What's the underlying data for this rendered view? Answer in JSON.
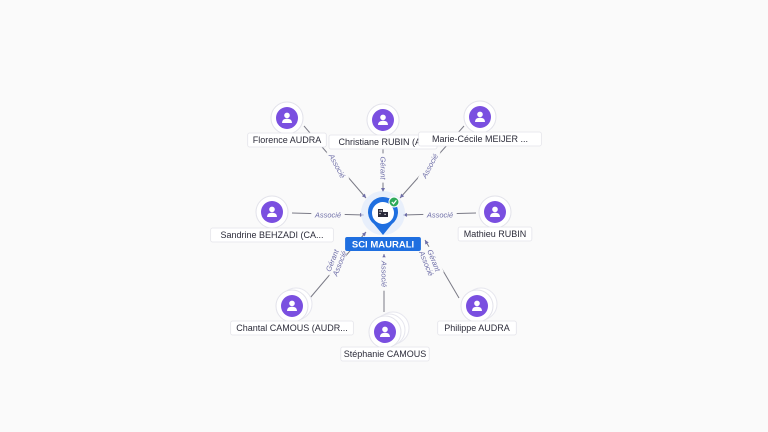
{
  "center": {
    "name": "SCI MAURALI",
    "icon": "building-icon",
    "badge": "check-icon",
    "color": "#1f6fe0",
    "badge_color": "#2eaa5a"
  },
  "person_color": "#7a4fe0",
  "people": [
    {
      "name": "Florence AUDRA",
      "relation": "Associé"
    },
    {
      "name": "Christiane RUBIN (AU",
      "relation": "Gérant"
    },
    {
      "name": "Marie-Cécile MEIJER ...",
      "relation": "Associé"
    },
    {
      "name": "Sandrine BEHZADI (CA...",
      "relation": "Associé"
    },
    {
      "name": "Mathieu RUBIN",
      "relation": "Associé"
    },
    {
      "name": "Chantal CAMOUS (AUDR...",
      "relation": "Gérant Associé"
    },
    {
      "name": "Stéphanie CAMOUS",
      "relation": "Associé"
    },
    {
      "name": "Philippe AUDRA",
      "relation": "Gérant Associé"
    }
  ]
}
